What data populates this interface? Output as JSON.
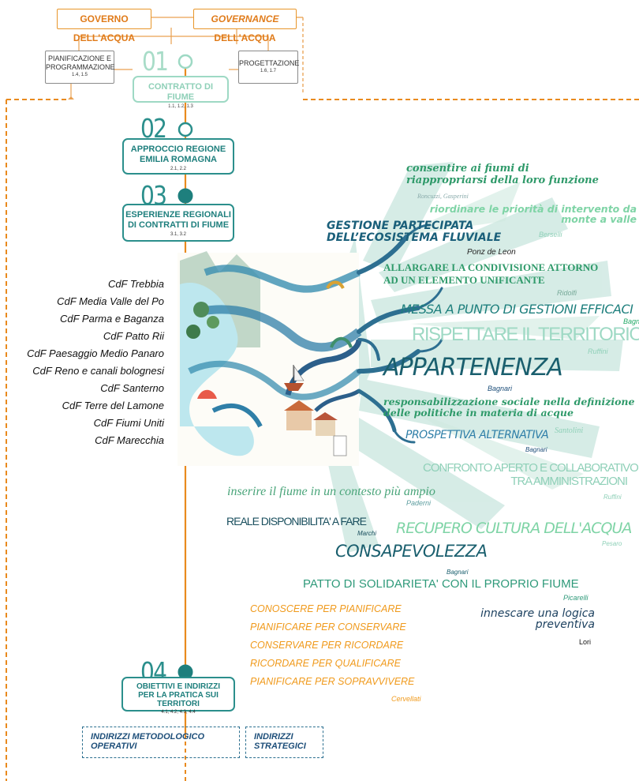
{
  "header": {
    "governo": "GOVERNO DELL'ACQUA",
    "governance_em": "GOVERNANCE",
    "governance_rest": " DELL'ACQUA",
    "pianificazione": [
      "PIANIFICAZIONE E",
      "PROGRAMMAZIONE"
    ],
    "pianificazione_ref": "1.4, 1.5",
    "progettazione": "PROGETTAZIONE",
    "progettazione_ref": "1.6, 1.7"
  },
  "steps": [
    {
      "num": "01",
      "lines": [
        "CONTRATTO DI FIUME"
      ],
      "ref": "1.1, 1.2, 1.3"
    },
    {
      "num": "02",
      "lines": [
        "APPROCCIO REGIONE",
        "EMILIA ROMAGNA"
      ],
      "ref": "2.1, 2.2"
    },
    {
      "num": "03",
      "lines": [
        "ESPERIENZE REGIONALI",
        "DI CONTRATTI DI FIUME"
      ],
      "ref": "3.1, 3.2"
    },
    {
      "num": "04",
      "lines": [
        "OBIETTIVI E INDIRIZZI",
        "PER LA PRATICA SUI TERRITORI"
      ],
      "ref": "4.1, 4.2, 4.3, 4.4"
    }
  ],
  "cdf_list": [
    "CdF Trebbia",
    "CdF Media Valle del Po",
    "CdF Parma e Baganza",
    "CdF Patto Rii",
    "CdF Paesaggio Medio Panaro",
    "CdF Reno e canali bolognesi",
    "CdF Santerno",
    "CdF Terre del Lamone",
    "CdF Fiumi Uniti",
    "CdF Marecchia"
  ],
  "indirizzi": [
    [
      "INDIRIZZI METODOLOGICO",
      "OPERATIVI"
    ],
    [
      "INDIRIZZI",
      "STRATEGICI"
    ]
  ],
  "quotes": {
    "q1": [
      "consentire ai fiumi di",
      "riappropriarsi della loro funzione"
    ],
    "q1_auth": "Roncuzzi, Gasperini",
    "q2": [
      "riordinare le priorità di intervento da",
      "monte a valle"
    ],
    "q2_auth": "Berselli",
    "q3": [
      "GESTIONE PARTECIPATA",
      "DELL’ECOSISTEMA FLUVIALE"
    ],
    "q3_auth": "Ponz de Leon",
    "q4": [
      "ALLARGARE LA CONDIVISIONE ATTORNO",
      "AD UN ELEMENTO UNIFICANTE"
    ],
    "q4_auth": "Ridolfi",
    "q5": "MESSA A PUNTO DI GESTIONI EFFICACI",
    "q5_auth": "Bagnari",
    "q6": "RISPETTARE IL TERRITORIO",
    "q6_auth": "Ruffini",
    "q7": "APPARTENENZA",
    "q7_auth": "Bagnari",
    "q8": [
      "responsabilizzazione sociale nella definizione",
      "delle politiche in materia di acque"
    ],
    "q8_auth": "Santolini",
    "q9": "PROSPETTIVA ALTERNATIVA",
    "q9_auth": "Bagnari",
    "q10": [
      "CONFRONTO APERTO E COLLABORATIVO",
      "TRA AMMINISTRAZIONI"
    ],
    "q10_auth": "Ruffini",
    "q11": "inserire il fiume in un contesto più ampio",
    "q11_auth": "Paderni",
    "q12": "REALE DISPONIBILITA' A FARE",
    "q12_auth": "Marchi",
    "q13": "RECUPERO CULTURA DELL'ACQUA",
    "q13_auth": "Pesaro",
    "q14": "CONSAPEVOLEZZA",
    "q14_auth": "Bagnari",
    "q15": "PATTO DI SOLIDARIETA' CON IL PROPRIO FIUME",
    "q15_auth": "Picarelli",
    "q16": [
      "innescare una logica",
      "preventiva"
    ],
    "q16_auth": "Lori",
    "orange_list": [
      "CONOSCERE PER PIANIFICARE",
      "PIANIFICARE PER CONSERVARE",
      "CONSERVARE PER RICORDARE",
      "RICORDARE PER QUALIFICARE",
      "PIANIFICARE PER SOPRAVVIVERE"
    ],
    "orange_auth": "Cervellati"
  },
  "colors": {
    "orange": "#f0a030",
    "teal": "#2b8f8c",
    "light_teal": "#a8dcc8",
    "dark_teal": "#1a5f6e",
    "green": "#2f9a6a"
  }
}
